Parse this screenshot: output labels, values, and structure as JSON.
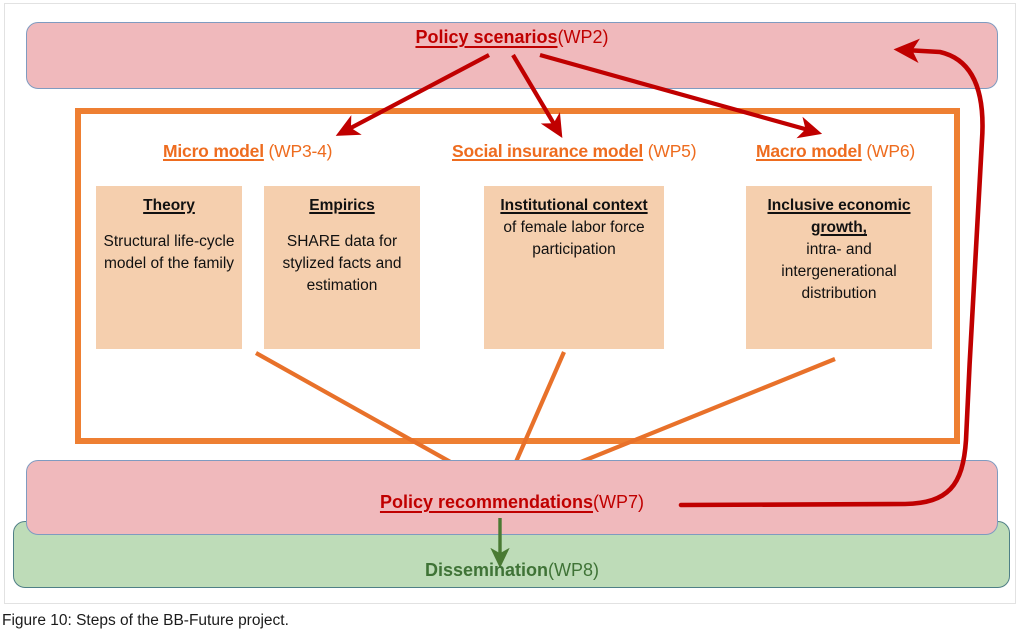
{
  "figure": {
    "caption": "Figure 10: Steps of the BB-Future project."
  },
  "colors": {
    "pink_bar": "#f0b9bc",
    "pink_bar_border": "#7f9bc0",
    "green_bar": "#bedcb8",
    "green_bar_border": "#4f7f86",
    "peach_box": "#f5cfae",
    "orange_frame": "#ee7f32",
    "orange_text": "#ee6c1f",
    "red_text": "#c00000",
    "green_text": "#3f7336",
    "red_arrow": "#c00000",
    "orange_arrow": "#e8712a",
    "green_arrow": "#4a7a33"
  },
  "top_bar": {
    "label_main": "Policy scenarios",
    "label_paren": "(WP2)"
  },
  "wp_headings": [
    {
      "id": "micro",
      "label_main": "Micro model",
      "label_paren": "(WP3-4)"
    },
    {
      "id": "social",
      "label_main": "Social insurance model",
      "label_paren": "(WP5)"
    },
    {
      "id": "macro",
      "label_main": "Macro model",
      "label_paren": "(WP6)"
    }
  ],
  "boxes": [
    {
      "id": "theory",
      "heading": "Theory",
      "body": "Structural life-cycle model of the family"
    },
    {
      "id": "empirics",
      "heading": "Empirics",
      "body": "SHARE data for stylized facts and estimation"
    },
    {
      "id": "institutional",
      "heading": "Institutional context",
      "body": "of female labor force participation"
    },
    {
      "id": "inclusive",
      "heading": "Inclusive economic growth,",
      "body": "intra- and intergenerational distribution"
    }
  ],
  "recommendations_bar": {
    "label_main": "Policy recommendations",
    "label_paren": "(WP7)"
  },
  "dissemination_bar": {
    "label_main": "Dissemination",
    "label_paren": "(WP8)"
  },
  "arrows": [
    {
      "id": "scenarios-to-micro",
      "from": "Policy scenarios",
      "to": "Micro model",
      "color": "#c00000"
    },
    {
      "id": "scenarios-to-social",
      "from": "Policy scenarios",
      "to": "Social insurance model",
      "color": "#c00000"
    },
    {
      "id": "scenarios-to-macro",
      "from": "Policy scenarios",
      "to": "Macro model",
      "color": "#c00000"
    },
    {
      "id": "theory-to-recs",
      "from": "Theory",
      "to": "Policy recommendations",
      "color": "#e8712a"
    },
    {
      "id": "institutional-to-recs",
      "from": "Institutional context",
      "to": "Policy recommendations",
      "color": "#e8712a"
    },
    {
      "id": "inclusive-to-recs",
      "from": "Inclusive economic growth",
      "to": "Policy recommendations",
      "color": "#e8712a"
    },
    {
      "id": "recs-to-dissemination",
      "from": "Policy recommendations",
      "to": "Dissemination",
      "color": "#4a7a33"
    },
    {
      "id": "recs-to-scenarios-feedback",
      "from": "Policy recommendations",
      "to": "Policy scenarios",
      "color": "#c00000"
    }
  ]
}
